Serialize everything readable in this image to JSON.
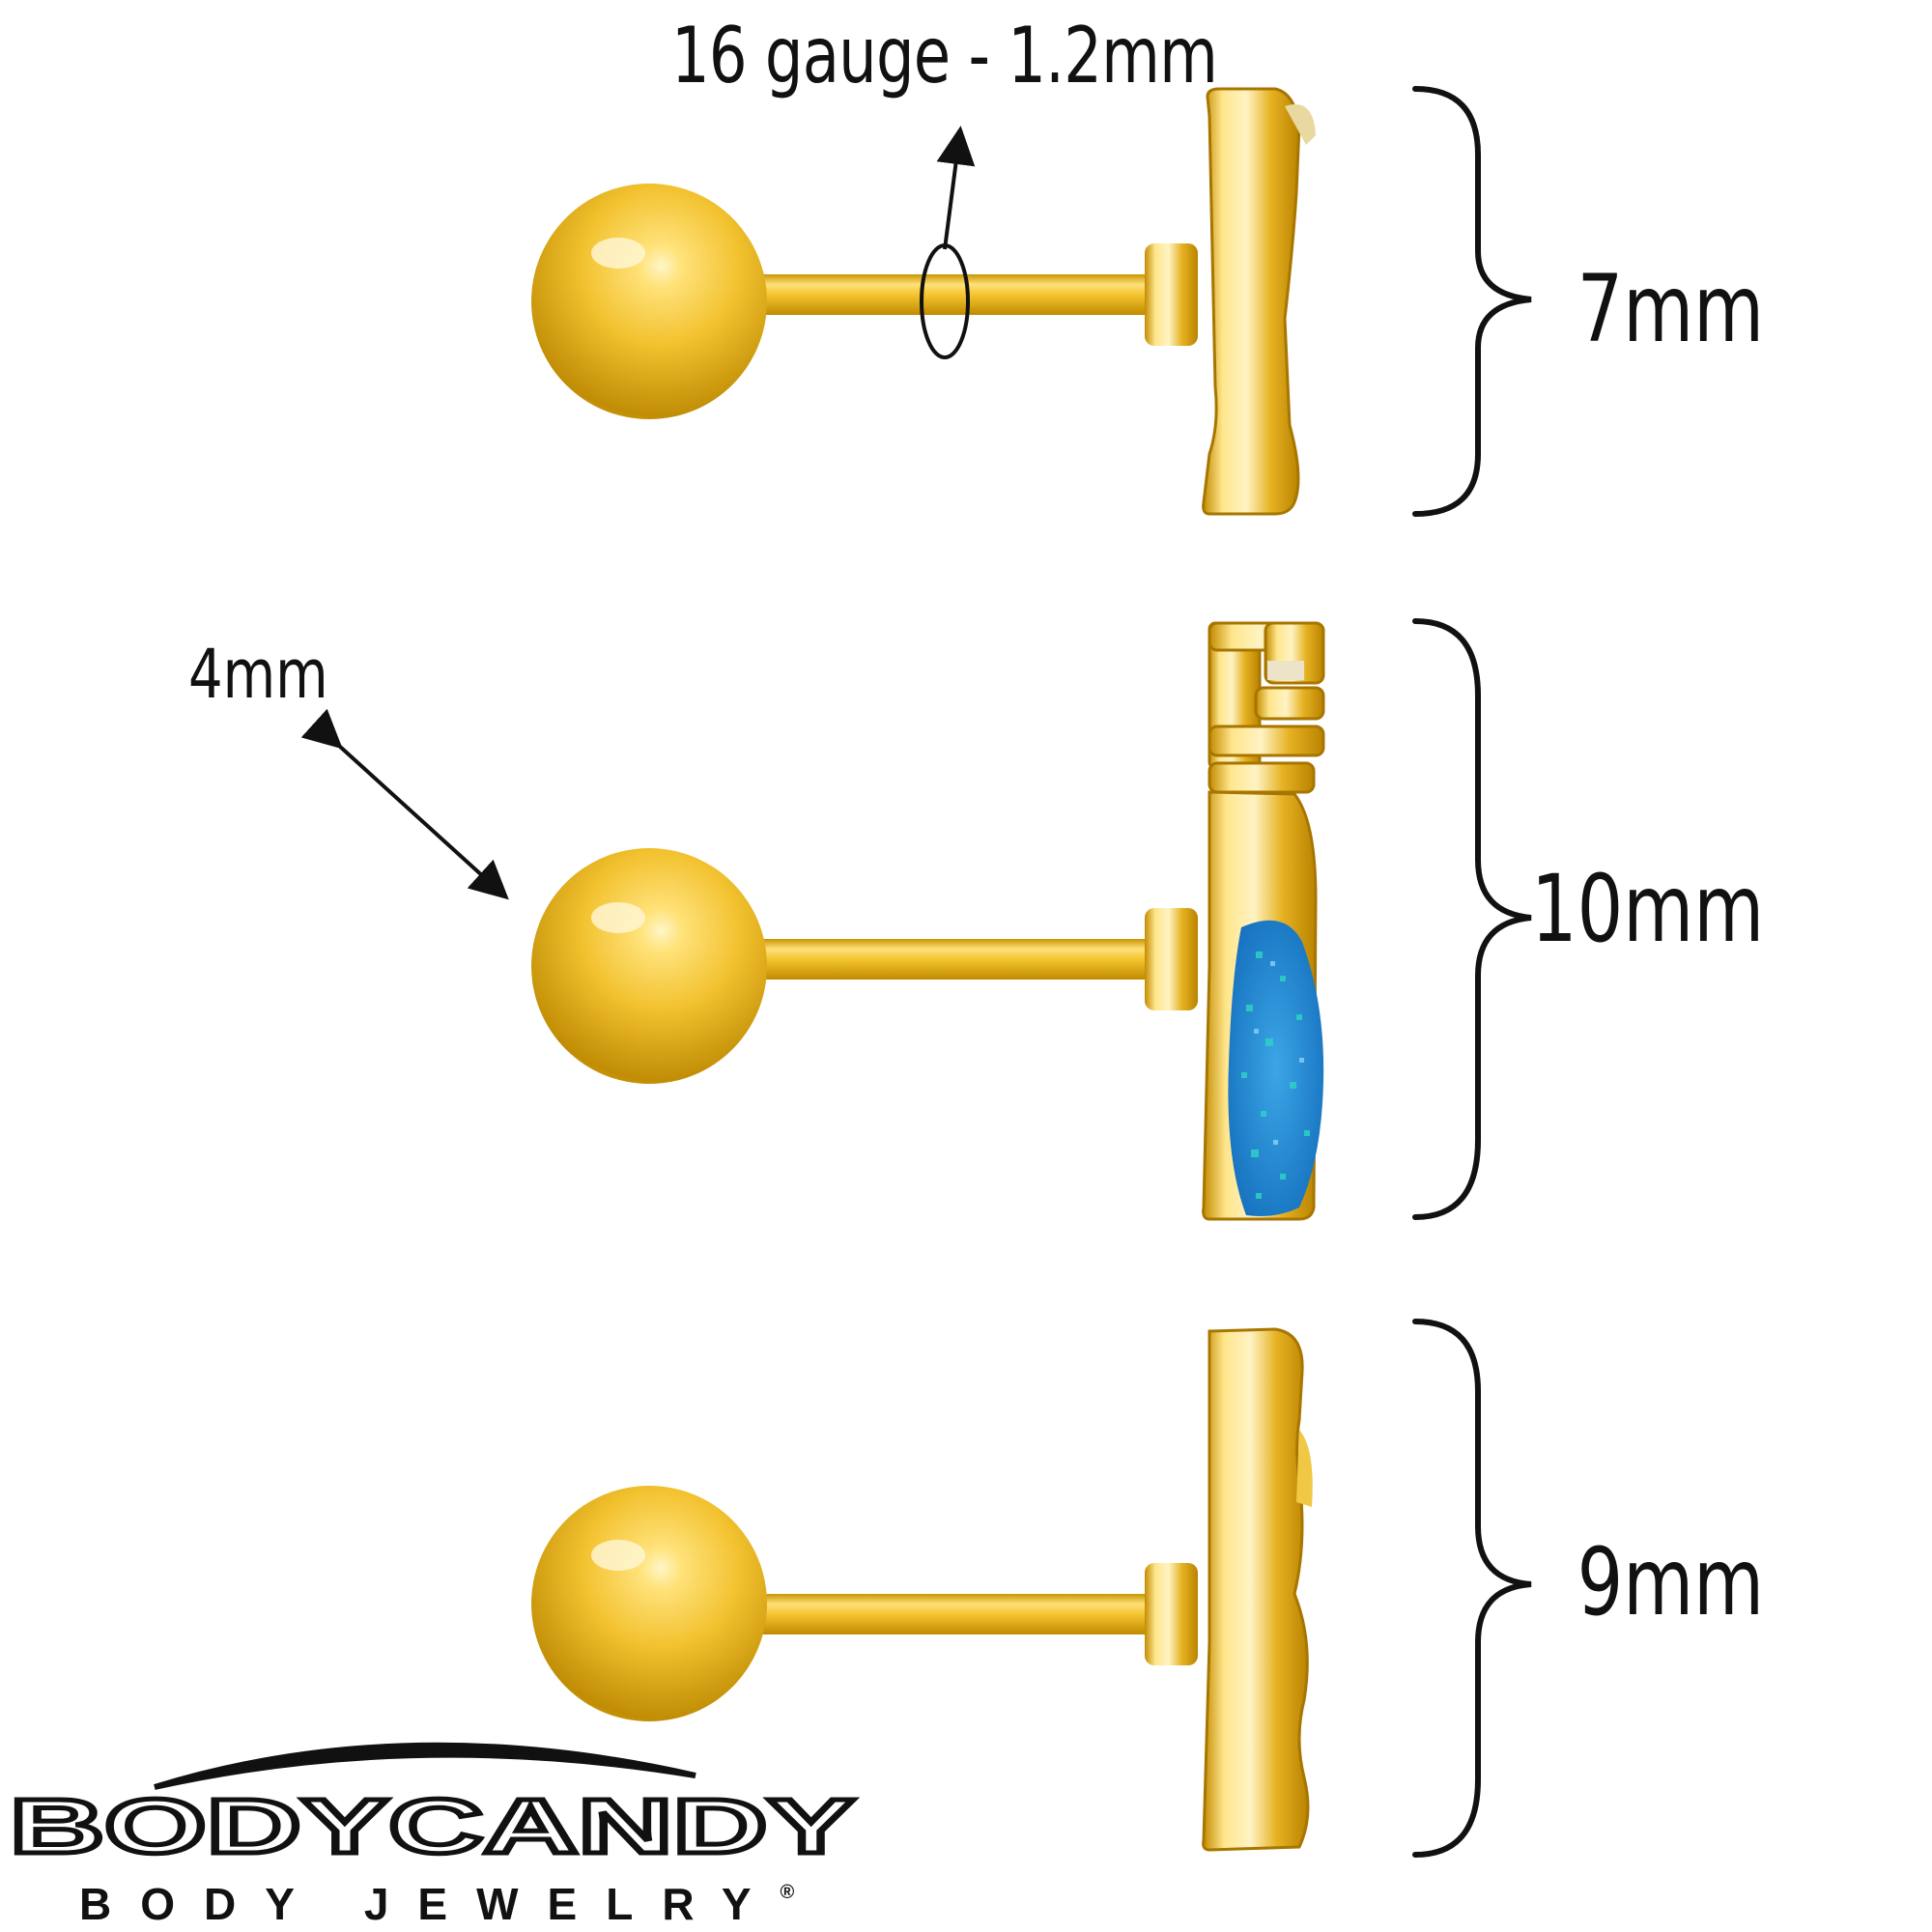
{
  "annotations": {
    "gauge": "16 gauge - 1.2mm",
    "ball_size": "4mm",
    "lengths": [
      "7mm",
      "10mm",
      "9mm"
    ]
  },
  "brand": {
    "wordmark": "BODYCANDY",
    "tagline": "BODY JEWELRY",
    "registered": "®"
  },
  "colors": {
    "gold": "#f2c12e",
    "gold_dark": "#b88400",
    "opal_blue": "#1f8fd6",
    "ink": "#111111"
  }
}
